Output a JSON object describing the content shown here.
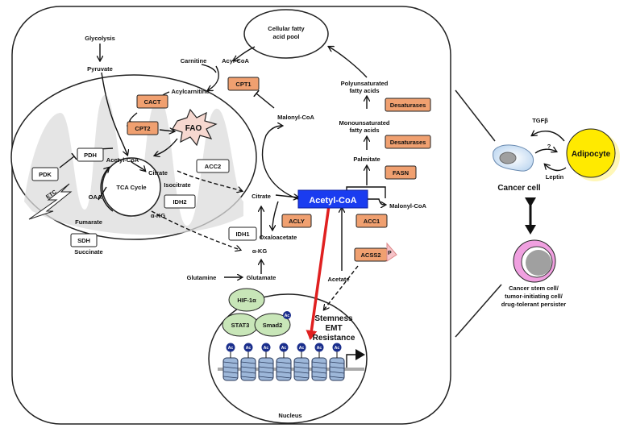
{
  "labels": {
    "glycolysis": "Glycolysis",
    "pyruvate": "Pyruvate",
    "cellular_fatty_acid_pool": [
      "Cellular fatty",
      "acid pool"
    ],
    "carnitine": "Carnitine",
    "acyl_coa": "Acyl-CoA",
    "acylcarnitine": "Acylcarnitine",
    "malonyl_coa_top": "Malonyl-CoA",
    "polyunsaturated": [
      "Polyunsaturated",
      "fatty acids"
    ],
    "monounsaturated": [
      "Monounsaturated",
      "fatty acids"
    ],
    "palmitate": "Palmitate",
    "acetyl_coa_mito": "Acetyl-CoA",
    "citrate_mito": "Citrate",
    "oaa": "OAA",
    "tca_cycle": "TCA Cycle",
    "isocitrate": "Isocitrate",
    "fumarate": "Fumarate",
    "succinate": "Succinate",
    "akg_mito": "α-KG",
    "etc": "ETC",
    "citrate_cyto": "Citrate",
    "oxaloacetate": "Oxaloacetate",
    "malonyl_coa_right": "Malonyl-CoA",
    "akg_cyto": "α-KG",
    "glutamine": "Glutamine",
    "glutamate": "Glutamate",
    "acetate": "Acetate",
    "acetyl_coa_main": "Acetyl-CoA",
    "hif1a": "HIF-1α",
    "stat3": "STAT3",
    "smad2": "Smad2",
    "ac": "Ac",
    "p": "P",
    "stemness": [
      "Stemness",
      "EMT",
      "Resistance"
    ],
    "nucleus": "Nucleus",
    "tgfb": "TGFβ",
    "question": "?",
    "adipocyte": "Adipocyte",
    "leptin": "Leptin",
    "cancer_cell": "Cancer cell",
    "stem_cell": [
      "Cancer stem cell/",
      "tumor-initiating cell/",
      "drug-tolerant persister"
    ]
  },
  "enzymes": {
    "cpt1": "CPT1",
    "cact": "CACT",
    "cpt2": "CPT2",
    "fao": "FAO",
    "desaturases_1": "Desaturases",
    "desaturases_2": "Desaturases",
    "fasn": "FASN",
    "acly": "ACLY",
    "acc1": "ACC1",
    "acss2": "ACSS2"
  },
  "boxes": {
    "pdh": "PDH",
    "pdk": "PDK",
    "sdh": "SDH",
    "acc2": "ACC2",
    "idh2": "IDH2",
    "idh1": "IDH1"
  },
  "colors": {
    "enzyme": "#f0a070",
    "acetyl_coa": "#1a3cf0",
    "red_arrow": "#e02020",
    "cyto_cell": "#cfe3f5",
    "stem_outer": "#f0a0e0",
    "adipocyte": "#ffea00",
    "histone": "#9db7d9",
    "ac_marker": "#1a2e8c"
  }
}
